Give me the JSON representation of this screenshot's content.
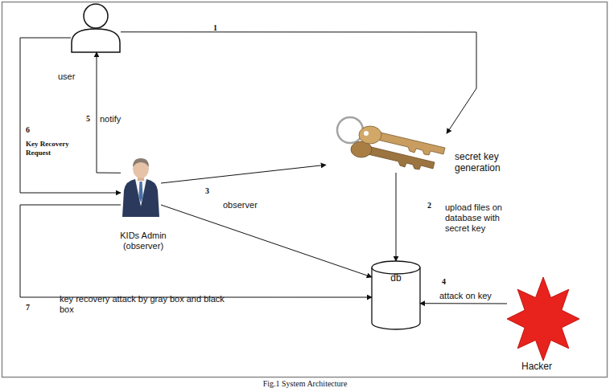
{
  "diagram": {
    "caption": "Fig.1 System Architecture",
    "nodes": [
      {
        "text": [
          "user"
        ]
      },
      {
        "text": [
          "secret key generation"
        ]
      },
      {
        "text": [
          "KIDs Admin (observer)"
        ]
      },
      {
        "text": [
          "db"
        ]
      },
      {
        "text": [
          "Hacker"
        ]
      }
    ],
    "edges": [
      {
        "from": 0,
        "to": 1,
        "arrow": "to",
        "label": "1"
      },
      {
        "from": 1,
        "to": 3,
        "arrow": "to",
        "label": "upload files on database with secret key"
      },
      {
        "from": 2,
        "to": 1,
        "arrow": "to",
        "label": "observer"
      },
      {
        "from": 2,
        "to": 3,
        "arrow": "to"
      },
      {
        "from": 4,
        "to": 3,
        "arrow": "to",
        "label": "attack on key"
      },
      {
        "from": 2,
        "to": 0,
        "arrow": "to",
        "label": "notify"
      },
      {
        "from": 0,
        "to": 2,
        "arrow": "to",
        "label": "Key Recovery Request"
      },
      {
        "from": 2,
        "to": 3,
        "arrow": "to",
        "label": "key recovery attack by gray box and black box"
      }
    ],
    "labels": [
      "2",
      "3",
      "4",
      "5",
      "6",
      "7"
    ]
  }
}
